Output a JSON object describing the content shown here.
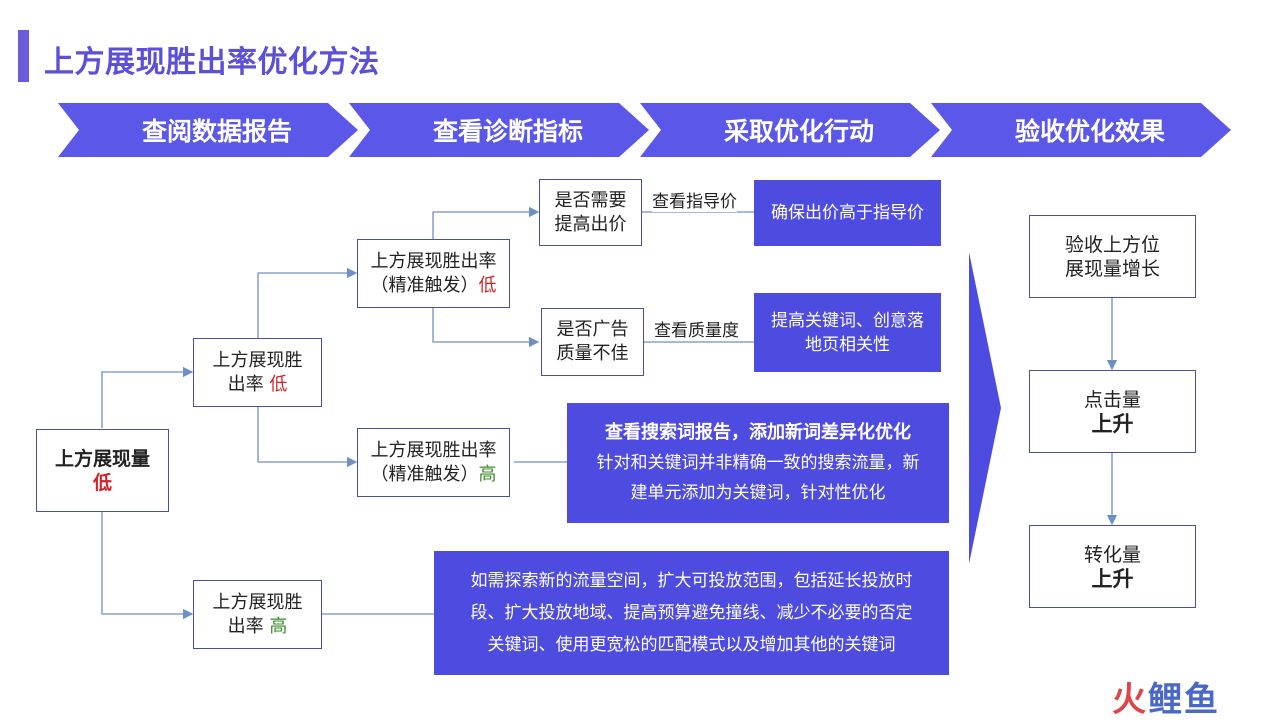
{
  "title": "上方展现胜出率优化方法",
  "steps": [
    "查阅数据报告",
    "查看诊断指标",
    "采取优化行动",
    "验收优化效果"
  ],
  "root": {
    "line1": "上方展现量",
    "line2": "低"
  },
  "l1_low": {
    "line1": "上方展现胜",
    "line2a": "出率 ",
    "line2b": "低"
  },
  "l1_high": {
    "line1": "上方展现胜",
    "line2a": "出率 ",
    "line2b": "高"
  },
  "l2_low": {
    "line1": "上方展现胜出率",
    "line2a": "（精准触发）",
    "line2b": "低"
  },
  "l2_high": {
    "line1": "上方展现胜出率",
    "line2a": "（精准触发）",
    "line2b": "高"
  },
  "q1": {
    "line1": "是否需要",
    "line2": "提高出价"
  },
  "q2": {
    "line1": "是否广告",
    "line2": "质量不佳"
  },
  "label1": "查看指导价",
  "label2": "查看质量度",
  "action1": "确保出价高于指导价",
  "action2": {
    "line1": "提高关键词、创意落",
    "line2": "地页相关性"
  },
  "action3": {
    "title": "查看搜索词报告，添加新词差异化优化",
    "line1": "针对和关键词并非精确一致的搜索流量，新",
    "line2": "建单元添加为关键词，针对性优化"
  },
  "action4": {
    "line1": "如需探索新的流量空间，扩大可投放范围，包括延长投放时",
    "line2": "段、扩大投放地域、提高预算避免撞线、减少不必要的否定",
    "line3": "关键词、使用更宽松的匹配模式以及增加其他的关键词"
  },
  "result1": {
    "line1": "验收上方位",
    "line2": "展现量增长"
  },
  "result2": {
    "line1": "点击量",
    "line2": "上升"
  },
  "result3": {
    "line1": "转化量",
    "line2": "上升"
  },
  "logo": {
    "a": "火",
    "b": "鲤",
    "c": "鱼"
  },
  "colors": {
    "accent": "#5b57e8",
    "title": "#5b50d6",
    "low": "#d3232a",
    "high": "#3f8a2e",
    "line": "#6f8fc7"
  }
}
